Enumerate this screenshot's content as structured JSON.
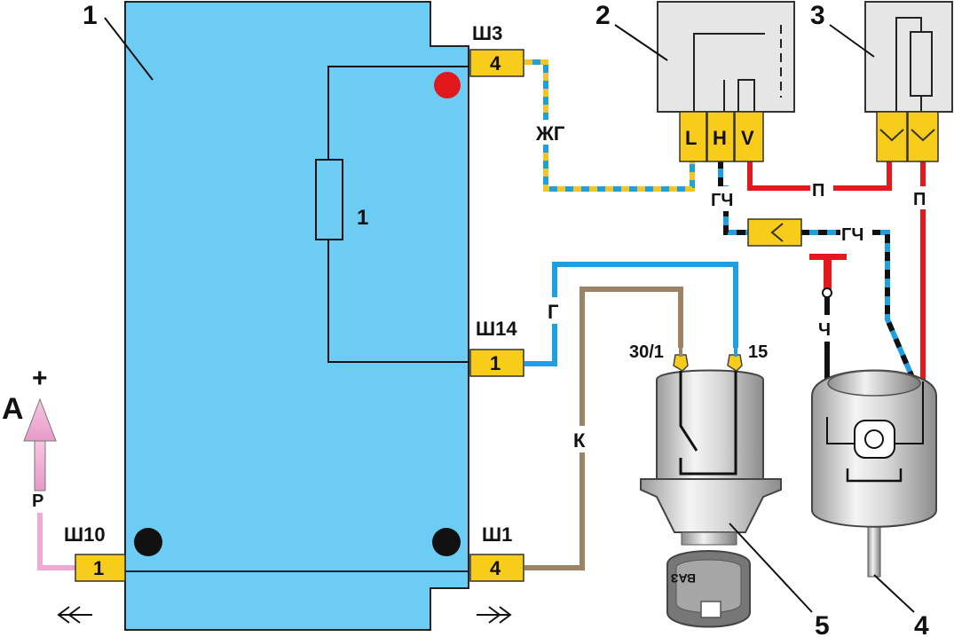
{
  "callouts": {
    "block": "1",
    "relay": "2",
    "resistor": "3",
    "motor": "4",
    "ignition_switch": "5"
  },
  "block": {
    "fuse_label": "1",
    "connectors": {
      "sh3": {
        "name": "Ш3",
        "pin": "4"
      },
      "sh14": {
        "name": "Ш14",
        "pin": "1"
      },
      "sh10": {
        "name": "Ш10",
        "pin": "1"
      },
      "sh1": {
        "name": "Ш1",
        "pin": "4"
      }
    }
  },
  "relay": {
    "pins": [
      "L",
      "H",
      "V"
    ]
  },
  "switch": {
    "terminals": [
      "30/1",
      "15"
    ]
  },
  "key_text": "ВАЗ",
  "wire_labels": {
    "zhg": "ЖГ",
    "g": "Г",
    "k": "К",
    "gch_1": "ГЧ",
    "gch_2": "ГЧ",
    "p_1": "П",
    "p_2": "П",
    "ch": "Ч",
    "r": "Р"
  },
  "power": {
    "label": "А",
    "sign": "+"
  },
  "colors": {
    "block": "#6cccf4",
    "connector": "#f7cc1a",
    "wire_blue": "#1f9fe0",
    "wire_yellow": "#f3c623",
    "wire_red": "#e3191d",
    "wire_black": "#111111",
    "wire_brown": "#9c8368",
    "wire_pink": "#f0a9d2",
    "component_gray": "#e6e6e6"
  }
}
